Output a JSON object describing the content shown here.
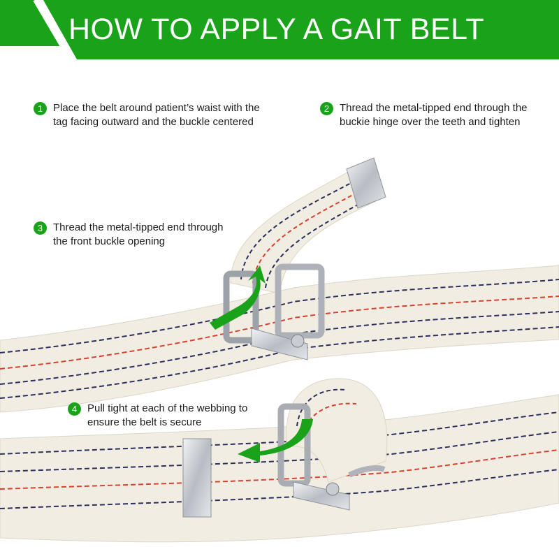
{
  "header": {
    "title": "HOW TO APPLY A GAIT BELT"
  },
  "steps": [
    {
      "number": "1",
      "text": "Place the belt around patient’s waist with the tag facing outward and the buckle centered"
    },
    {
      "number": "2",
      "text": "Thread the metal-tipped end through the buckie hinge over the teeth and tighten"
    },
    {
      "number": "3",
      "text": "Thread the metal-tipped end through the front buckle opening"
    },
    {
      "number": "4",
      "text": "Pull tight at each of the webbing to ensure the belt is secure"
    }
  ],
  "colors": {
    "brand_green": "#1aa31a",
    "belt_base": "#f2ede2",
    "stripe_red": "#d8412f",
    "stripe_navy": "#2a2f5c",
    "metal": "#c9ccd1"
  }
}
